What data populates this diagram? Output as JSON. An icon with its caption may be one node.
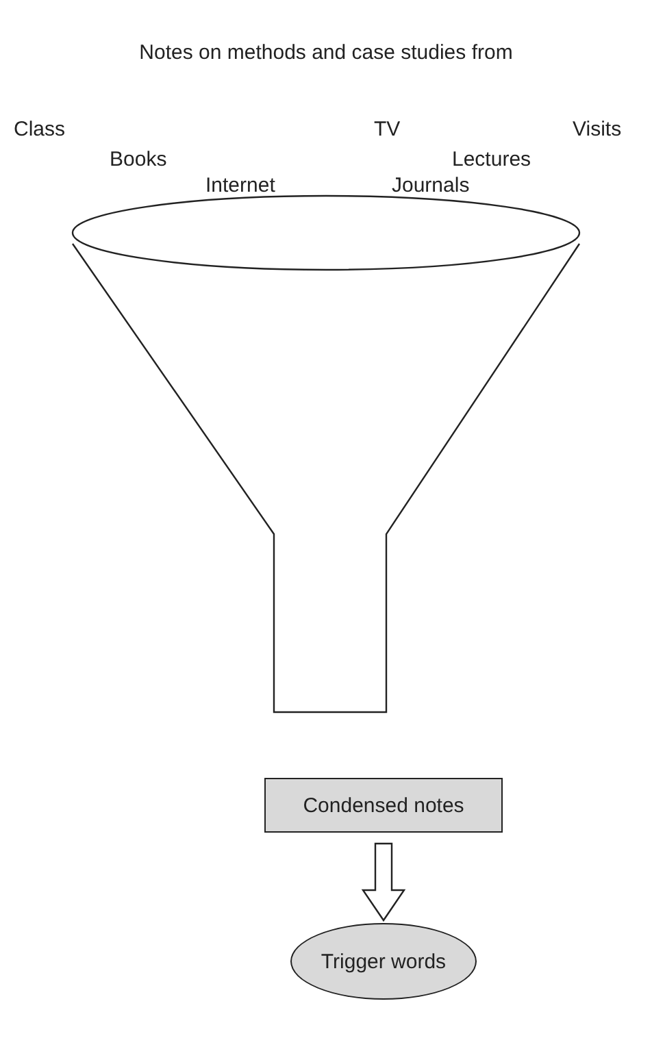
{
  "diagram": {
    "title": "Notes on methods and case studies from",
    "nodes": [
      {
        "text": [
          "Condensed notes"
        ]
      },
      {
        "text": [
          "Trigger words"
        ]
      }
    ],
    "edges": [
      {
        "from": 0,
        "to": 1,
        "arrow": "to"
      }
    ],
    "labels": [
      "Class",
      "TV",
      "Visits",
      "Books",
      "Lectures",
      "Internet",
      "Journals"
    ]
  }
}
